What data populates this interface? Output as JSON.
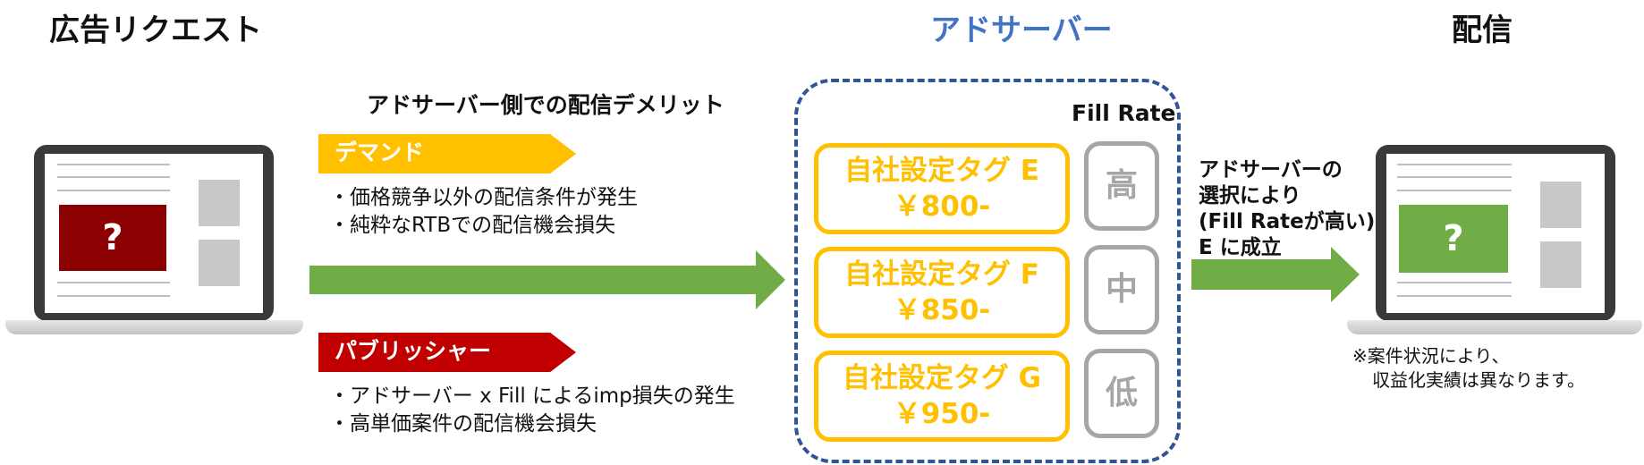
{
  "headers": {
    "request": "広告リクエスト",
    "adserver": "アドサーバー",
    "delivery": "配信"
  },
  "demerit_title": "アドサーバー側での配信デメリット",
  "demand": {
    "label": "デマンド",
    "bullets": [
      "・価格競争以外の配信条件が発生",
      "・純粋なRTBでの配信機会損失"
    ]
  },
  "publisher": {
    "label": "パブリッシャー",
    "bullets": [
      "・アドサーバー x Fill によるimp損失の発生",
      "・高単価案件の配信機会損失"
    ]
  },
  "fill_rate_label": "Fill Rate",
  "tags": [
    {
      "name": "自社設定タグ E",
      "price": "￥800-",
      "rate": "高"
    },
    {
      "name": "自社設定タグ F",
      "price": "￥850-",
      "rate": "中"
    },
    {
      "name": "自社設定タグ G",
      "price": "￥950-",
      "rate": "低"
    }
  ],
  "selection_text": [
    "アドサーバーの",
    "選択により",
    "(Fill Rateが高い)",
    "E に成立"
  ],
  "laptops": {
    "left_ad": "?",
    "right_ad": "?"
  },
  "note": [
    "※案件状況により、",
    "収益化実績は異なります。"
  ],
  "colors": {
    "adserver_title": "#4472C4",
    "demand": "#FFC000",
    "publisher": "#C00000",
    "arrow": "#70AD47",
    "left_ad": "#8B0000",
    "right_ad": "#70AD47",
    "dashed_border": "#2F5597",
    "rate_border": "#A6A6A6"
  }
}
